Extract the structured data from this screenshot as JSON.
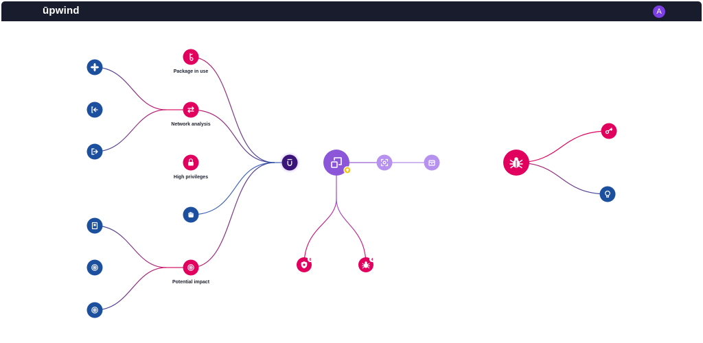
{
  "app": {
    "brand": "ūpwind",
    "avatar_initial": "A"
  },
  "colors": {
    "pink": "#e1005d",
    "blue": "#1d4f9f",
    "purple": "#8b57d8",
    "lavender": "#b791ef",
    "dark_purple": "#3a1479",
    "yellow": "#f5c518"
  },
  "nodes": {
    "settings": {
      "icon": "fan-icon"
    },
    "login": {
      "icon": "login-icon"
    },
    "logout": {
      "icon": "logout-icon"
    },
    "package": {
      "label": "Package in use",
      "icon": "package-icon"
    },
    "network": {
      "label": "Network analysis",
      "icon": "arrows-swap-icon"
    },
    "privileges": {
      "label": "High privileges",
      "icon": "lock-icon"
    },
    "hand": {
      "icon": "hand-icon"
    },
    "document": {
      "icon": "document-icon"
    },
    "target1": {
      "icon": "target-icon"
    },
    "target2": {
      "icon": "target-icon"
    },
    "impact": {
      "label": "Potential impact",
      "icon": "target-icon"
    },
    "upwind": {
      "icon": "upwind-logo-icon"
    },
    "resource": {
      "icon": "copy-icon",
      "badge_icon": "lightbulb-icon"
    },
    "scan": {
      "icon": "scan-icon"
    },
    "container": {
      "icon": "container-icon"
    },
    "threat": {
      "icon": "bug-icon"
    },
    "key": {
      "icon": "key-icon"
    },
    "bulb": {
      "icon": "lightbulb-icon"
    },
    "shield": {
      "icon": "shield-icon",
      "badge": "6"
    },
    "vuln": {
      "icon": "bug-icon",
      "badge": "4"
    }
  }
}
